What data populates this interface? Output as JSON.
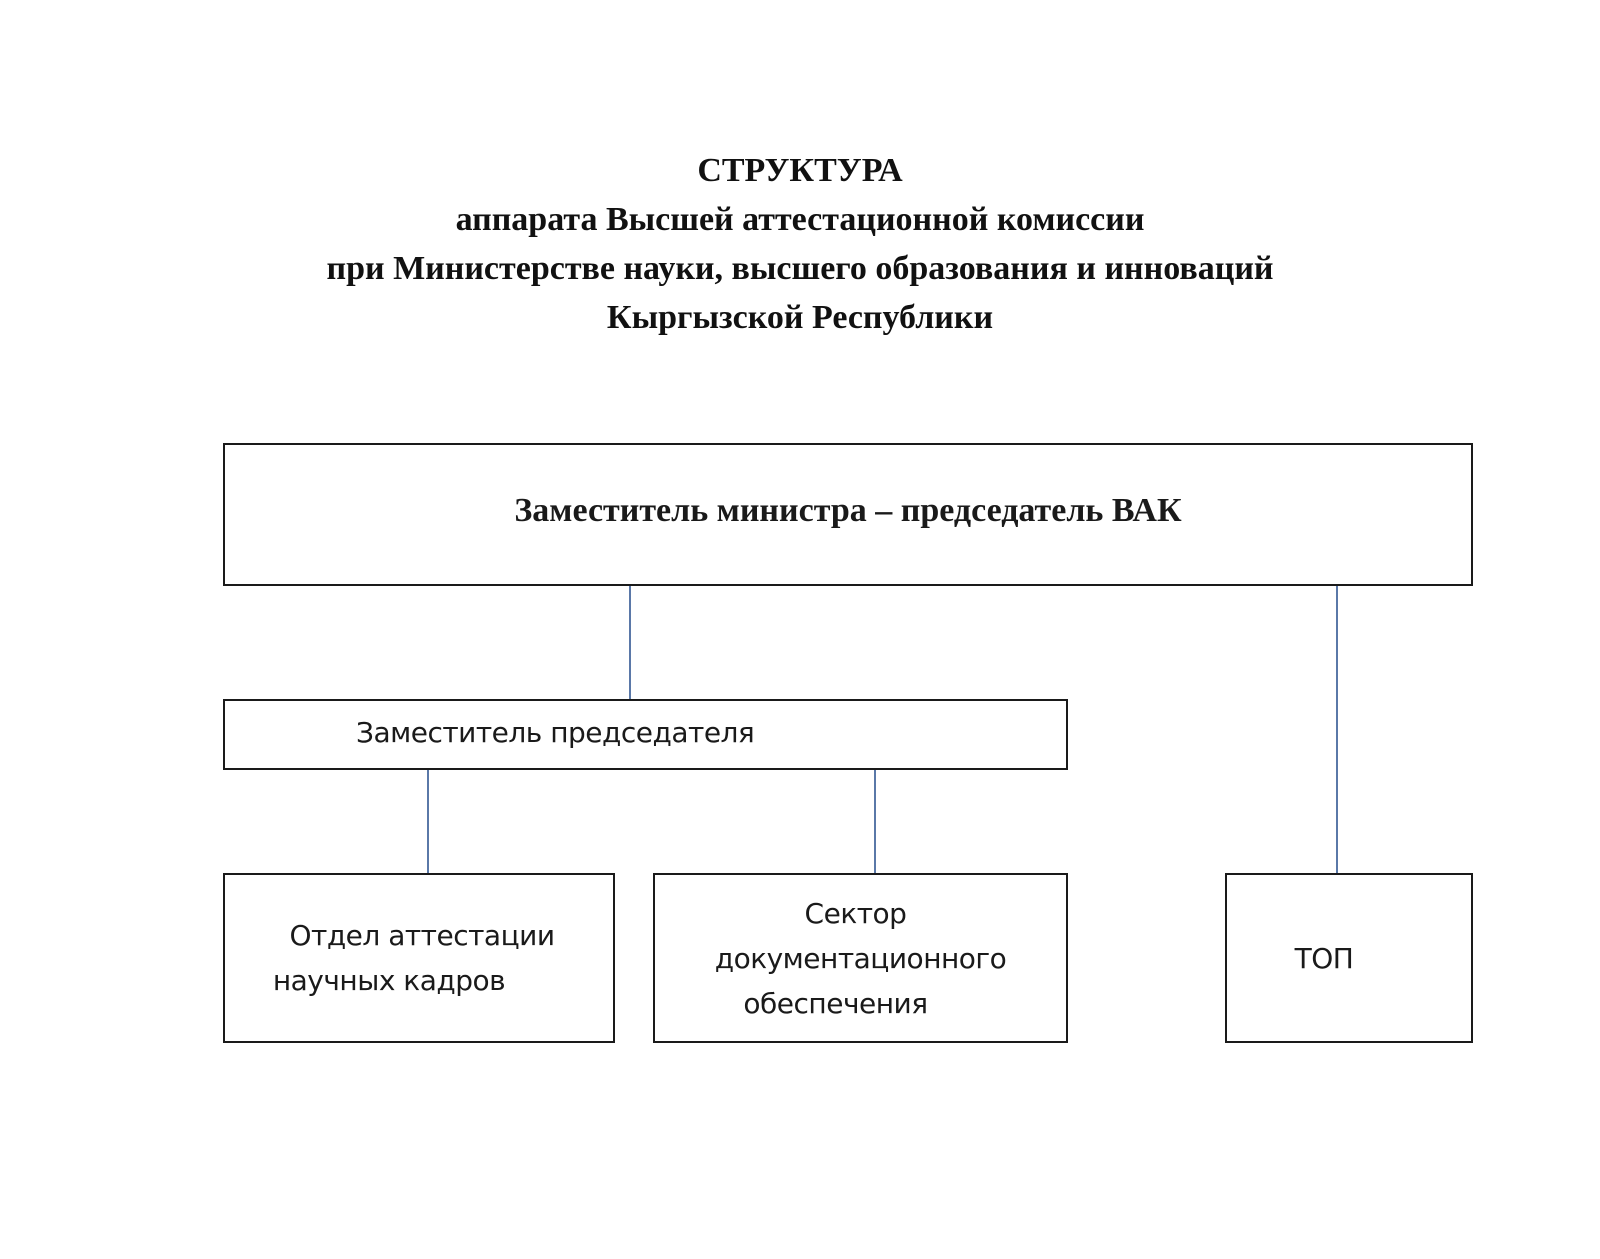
{
  "document": {
    "title_lines": [
      "СТРУКТУРА",
      "аппарата Высшей аттестационной комиссии",
      "при Министерстве науки, высшего образования и инноваций",
      "Кыргызской Республики"
    ]
  },
  "org_chart": {
    "head": {
      "label": "Заместитель министра – председатель ВАК"
    },
    "deputy": {
      "label": "Заместитель председателя"
    },
    "units": [
      {
        "lines": [
          "Отдел аттестации",
          "научных кадров"
        ]
      },
      {
        "lines": [
          "Сектор",
          "документационного",
          "обеспечения"
        ]
      },
      {
        "lines": [
          "ТОП"
        ]
      }
    ],
    "relations": [
      {
        "from": "head",
        "to": "deputy"
      },
      {
        "from": "head",
        "to": "units.2"
      },
      {
        "from": "deputy",
        "to": "units.0"
      },
      {
        "from": "deputy",
        "to": "units.1"
      }
    ],
    "colors": {
      "border": "#1a1a1a",
      "connector": "#5a78a8",
      "text": "#1a1a1a"
    }
  }
}
